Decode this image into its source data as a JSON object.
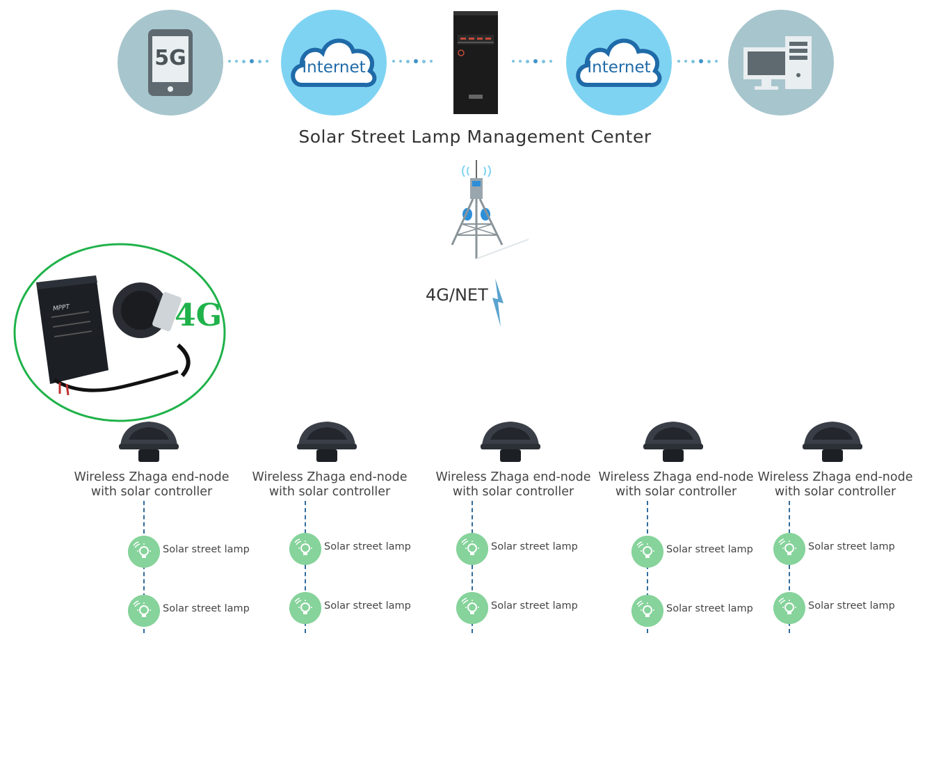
{
  "network": {
    "title": "Solar Street Lamp Management Center",
    "phone_label": "5G",
    "cloud_left_label": "Internet",
    "cloud_right_label": "Internet",
    "link_label": "4G/NET",
    "controller_badge": "4G",
    "controller_brand": "MPPT"
  },
  "colors": {
    "accent_blue": "#7fd3f2",
    "grey_blue": "#a7c5cd",
    "cloud_stroke": "#1f6aa8",
    "lamp_green": "#86d39b",
    "callout_green": "#1fb24a",
    "dash_line": "#2f6a9a"
  },
  "nodes": [
    {
      "label_line1": "Wireless Zhaga end-node",
      "label_line2": "with solar controller",
      "lamps": [
        "Solar street lamp",
        "Solar street lamp"
      ]
    },
    {
      "label_line1": "Wireless Zhaga end-node",
      "label_line2": "with solar controller",
      "lamps": [
        "Solar street lamp",
        "Solar street lamp"
      ]
    },
    {
      "label_line1": "Wireless Zhaga end-node",
      "label_line2": "with solar controller",
      "lamps": [
        "Solar street lamp",
        "Solar street lamp"
      ]
    },
    {
      "label_line1": "Wireless Zhaga end-node",
      "label_line2": "with solar controller",
      "lamps": [
        "Solar street lamp",
        "Solar street lamp"
      ]
    },
    {
      "label_line1": "Wireless Zhaga end-node",
      "label_line2": "with solar controller",
      "lamps": [
        "Solar street lamp",
        "Solar street lamp"
      ]
    }
  ]
}
